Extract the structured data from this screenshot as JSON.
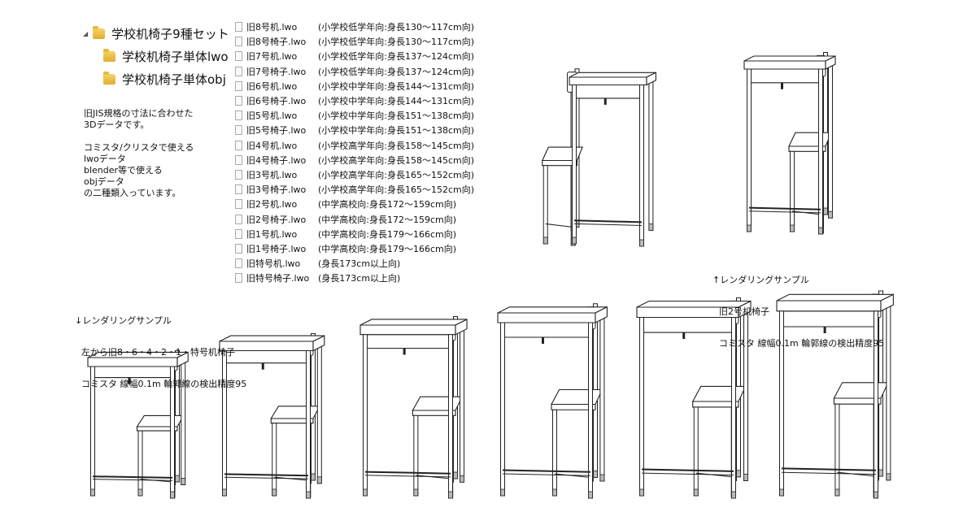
{
  "tree": {
    "root": "学校机椅子9種セット",
    "children": [
      "学校机椅子単体lwo",
      "学校机椅子単体obj"
    ]
  },
  "description": [
    "旧JIS規格の寸法に合わせた",
    "3Dデータです。",
    "",
    "コミスタ/クリスタで使える",
    "lwoデータ",
    "blender等で使える",
    "objデータ",
    "の二種類入っています。"
  ],
  "files": [
    {
      "name": "旧8号机.lwo",
      "note": "(小学校低学年向:身長130～117cm向)"
    },
    {
      "name": "旧8号椅子.lwo",
      "note": "(小学校低学年向:身長130～117cm向)"
    },
    {
      "name": "旧7号机.lwo",
      "note": "(小学校低学年向:身長137～124cm向)"
    },
    {
      "name": "旧7号椅子.lwo",
      "note": "(小学校低学年向:身長137～124cm向)"
    },
    {
      "name": "旧6号机.lwo",
      "note": "(小学校中学年向:身長144～131cm向)"
    },
    {
      "name": "旧6号椅子.lwo",
      "note": "(小学校中学年向:身長144～131cm向)"
    },
    {
      "name": "旧5号机.lwo",
      "note": "(小学校中学年向:身長151～138cm向)"
    },
    {
      "name": "旧5号椅子.lwo",
      "note": "(小学校中学年向:身長151～138cm向)"
    },
    {
      "name": "旧4号机.lwo",
      "note": "(小学校高学年向:身長158～145cm向)"
    },
    {
      "name": "旧4号椅子.lwo",
      "note": "(小学校高学年向:身長158～145cm向)"
    },
    {
      "name": "旧3号机.lwo",
      "note": "(小学校高学年向:身長165～152cm向)"
    },
    {
      "name": "旧3号椅子.lwo",
      "note": "(小学校高学年向:身長165～152cm向)"
    },
    {
      "name": "旧2号机.lwo",
      "note": "(中学高校向:身長172～159cm向)"
    },
    {
      "name": "旧2号椅子.lwo",
      "note": "(中学高校向:身長172～159cm向)"
    },
    {
      "name": "旧1号机.lwo",
      "note": "(中学高校向:身長179～166cm向)"
    },
    {
      "name": "旧1号椅子.lwo",
      "note": "(中学高校向:身長179～166cm向)"
    },
    {
      "name": "旧特号机.lwo",
      "note": "(身長173cm以上向)"
    },
    {
      "name": "旧特号椅子.lwo",
      "note": "(身長173cm以上向)"
    }
  ],
  "caption_top": [
    "↑レンダリングサンプル",
    "旧2号机椅子",
    "コミスタ 線幅0.1m 輪郭線の検出精度95"
  ],
  "caption_bottom": [
    "↓レンダリングサンプル",
    "左から旧8・6・4・2・1・特号机椅子",
    "コミスタ 線幅0.1m 輪郭線の検出精度95"
  ],
  "renderings": {
    "bottom_sizes": [
      "旧8号",
      "旧6号",
      "旧4号",
      "旧2号",
      "旧1号",
      "旧特号"
    ]
  }
}
